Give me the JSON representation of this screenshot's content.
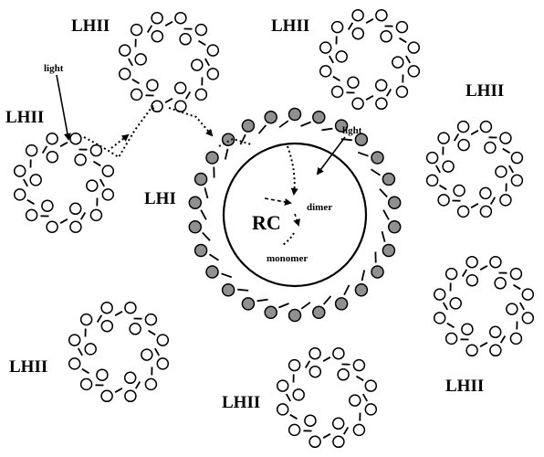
{
  "labels": {
    "lh2_top_left": "LHII",
    "lh2_left": "LHII",
    "lh2_top_right": "LHII",
    "lh2_right": "LHII",
    "lh2_bottom_left": "LHII",
    "lh2_bottom_center": "LHII",
    "lh2_bottom_right": "LHII",
    "lh1": "LHI",
    "rc": "RC",
    "dimer": "dimer",
    "monomer": "monomer",
    "light_left": "light",
    "light_right": "light"
  },
  "colors": {
    "outline": "#000000",
    "lh1_pigment": "#909090",
    "lh2_pigment": "#ffffff"
  }
}
